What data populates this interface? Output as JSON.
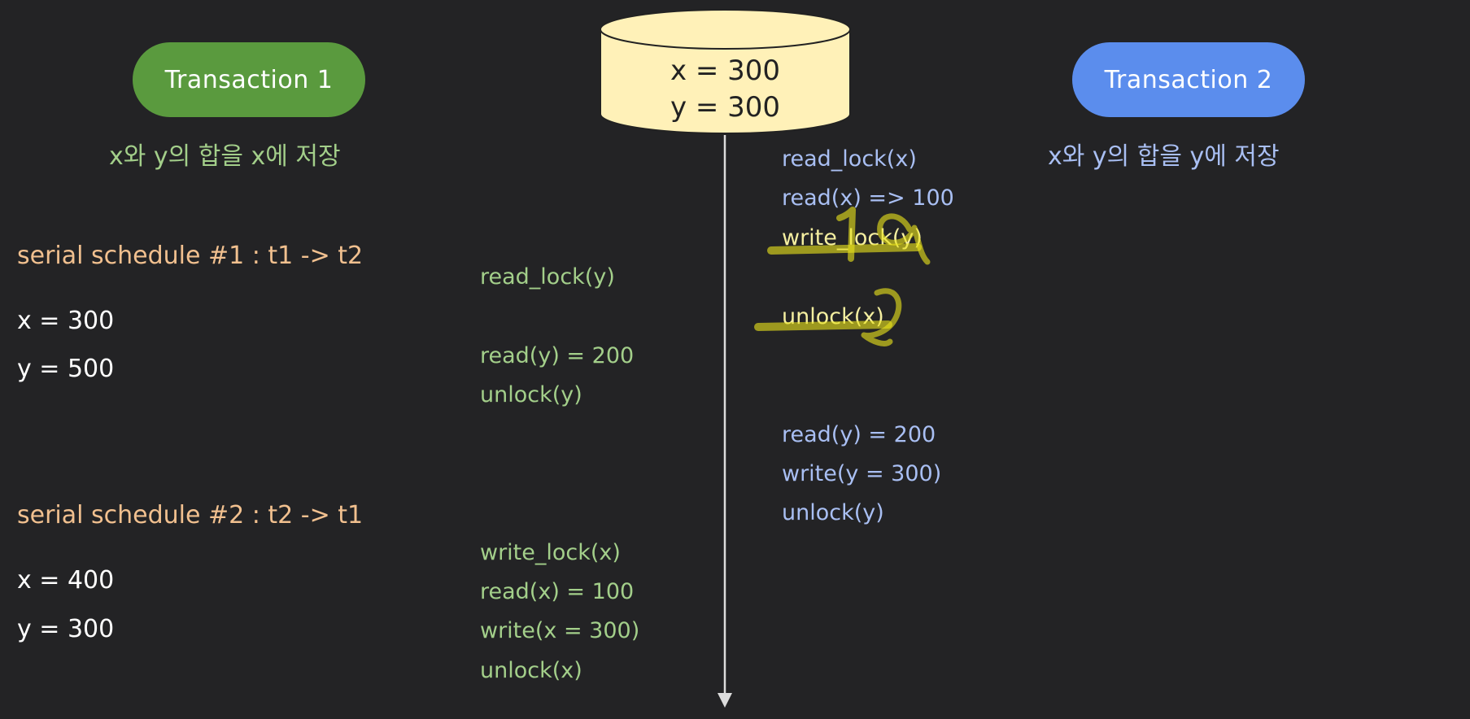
{
  "transaction1": {
    "label": "Transaction 1",
    "description": "x와 y의 합을 x에 저장",
    "operations": [
      "read_lock(y)",
      "read(y) = 200",
      "unlock(y)",
      "write_lock(x)",
      "read(x) = 100",
      "write(x = 300)",
      "unlock(x)"
    ],
    "color": "#5a9a3e"
  },
  "transaction2": {
    "label": "Transaction 2",
    "description": "x와 y의 합을 y에 저장",
    "operations": [
      "read_lock(x)",
      "read(x) => 100",
      "write_lock(y)",
      "unlock(x)",
      "read(y) = 200",
      "write(y = 300)",
      "unlock(y)"
    ],
    "color": "#5b8ded"
  },
  "database": {
    "x": "x = 300",
    "y": "y = 300",
    "fill": "#fff1b8"
  },
  "schedules": [
    {
      "title": "serial schedule #1 : t1 -> t2",
      "x": "x = 300",
      "y": "y = 500"
    },
    {
      "title": "serial schedule #2 : t2 -> t1",
      "x": "x = 400",
      "y": "y = 300"
    }
  ],
  "highlight_color": "#e8e21c",
  "timeline_arrow": "down-arrow-icon"
}
